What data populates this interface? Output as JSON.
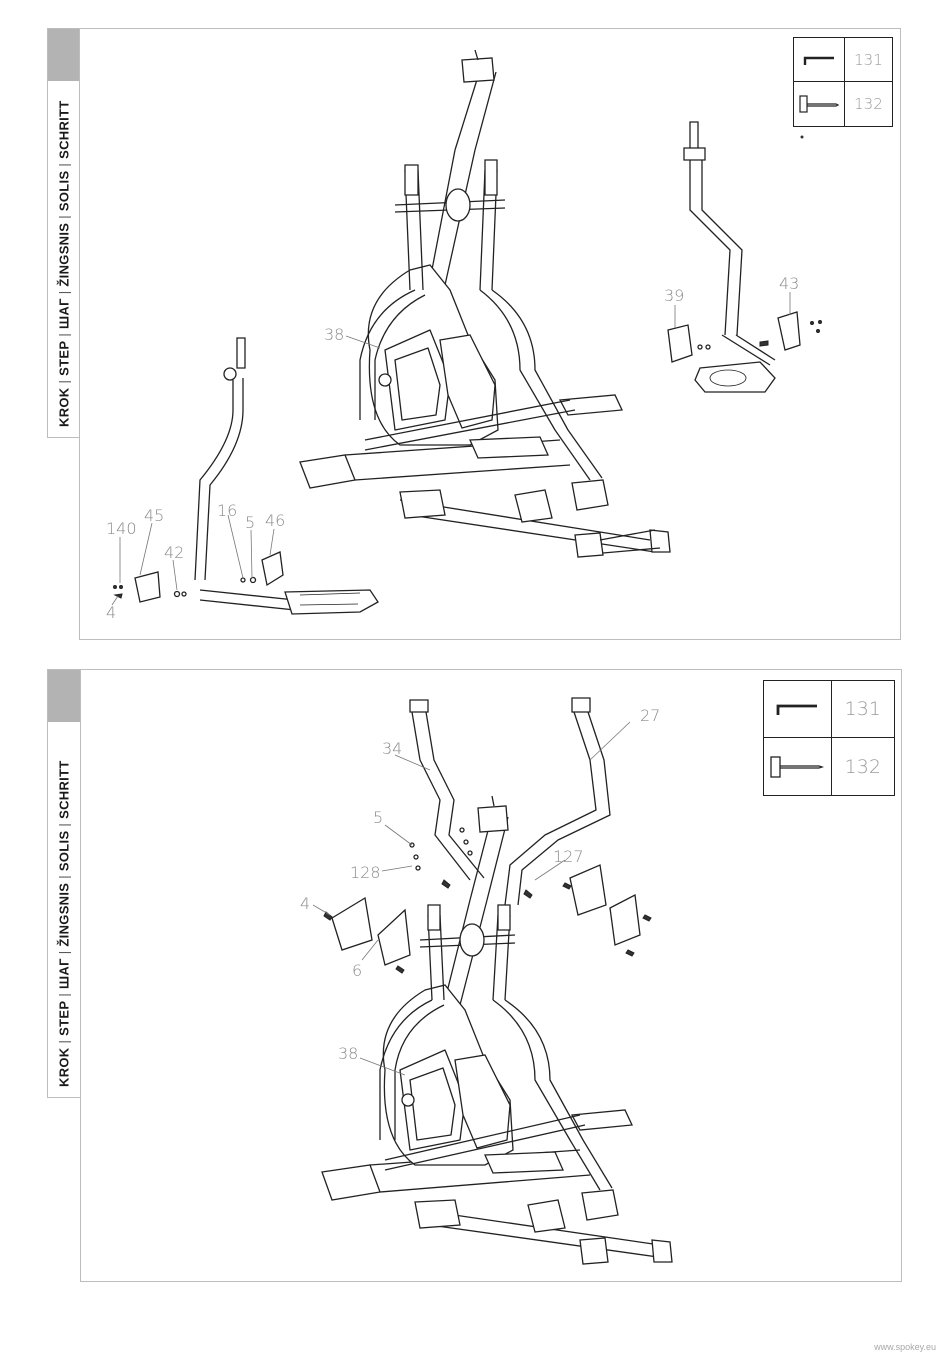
{
  "step_tab": {
    "words": [
      "KROK",
      "STEP",
      "ШАГ",
      "ŽINGSNIS",
      "SOLIS",
      "SCHRITT"
    ],
    "separator": "|"
  },
  "panel_top": {
    "tools": [
      {
        "icon": "allen-key-icon",
        "number": "131"
      },
      {
        "icon": "t-wrench-icon",
        "number": "132"
      }
    ],
    "callouts": [
      "38",
      "39",
      "43",
      "140",
      "45",
      "16",
      "5",
      "46",
      "42",
      "4"
    ]
  },
  "panel_bottom": {
    "tools": [
      {
        "icon": "allen-key-icon",
        "number": "131"
      },
      {
        "icon": "t-wrench-icon",
        "number": "132"
      }
    ],
    "callouts": [
      "34",
      "27",
      "5",
      "128",
      "127",
      "4",
      "6",
      "38"
    ]
  },
  "footer": {
    "url": "www.spokey.eu"
  }
}
